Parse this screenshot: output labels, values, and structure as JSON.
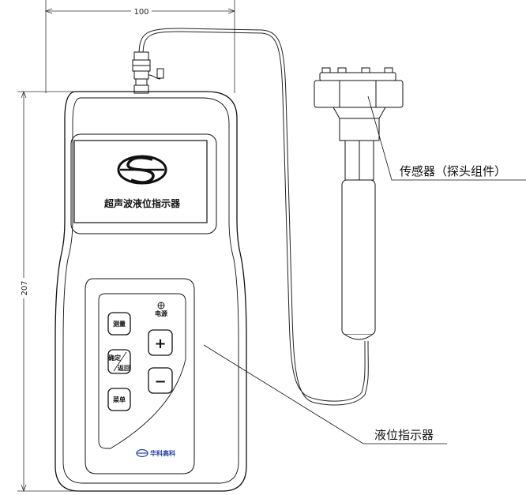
{
  "dimensions": {
    "width": "100",
    "height": "207"
  },
  "screen": {
    "title": "超声波液位指示器"
  },
  "keypad": {
    "measure": "测量",
    "confirm_top": "确定",
    "confirm_bottom": "返回",
    "menu": "菜单",
    "plus": "+",
    "minus": "−",
    "power_label": "电源"
  },
  "brand": {
    "name": "华科高科",
    "color": "#1f3fa8"
  },
  "callouts": {
    "sensor": "传感器（探头组件）",
    "indicator": "液位指示器"
  },
  "icons": {
    "logo": "ultrasonic-logo-icon",
    "power": "power-icon",
    "brand": "brand-logo-icon"
  }
}
